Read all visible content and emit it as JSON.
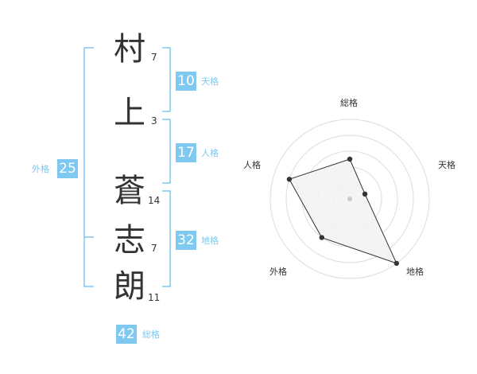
{
  "name": {
    "chars": [
      {
        "char": "村",
        "strokes": "7"
      },
      {
        "char": "上",
        "strokes": "3"
      },
      {
        "char": "蒼",
        "strokes": "14"
      },
      {
        "char": "志",
        "strokes": "7"
      },
      {
        "char": "朗",
        "strokes": "11"
      }
    ]
  },
  "kaku": {
    "tenkaku": {
      "value": "10",
      "label": "天格"
    },
    "jinkaku": {
      "value": "17",
      "label": "人格"
    },
    "chikaku": {
      "value": "32",
      "label": "地格"
    },
    "gaikaku": {
      "value": "25",
      "label": "外格"
    },
    "soukaku": {
      "value": "42",
      "label": "総格"
    }
  },
  "chart_data": {
    "type": "radar",
    "axes": [
      "総格",
      "天格",
      "地格",
      "外格",
      "人格"
    ],
    "values": [
      2.5,
      1,
      5,
      3,
      4
    ],
    "rmax": 5,
    "rings": 5
  },
  "colors": {
    "accent": "#7fc8f0",
    "text": "#333333",
    "ring": "#dddddd",
    "fill": "#f2f2f2"
  }
}
